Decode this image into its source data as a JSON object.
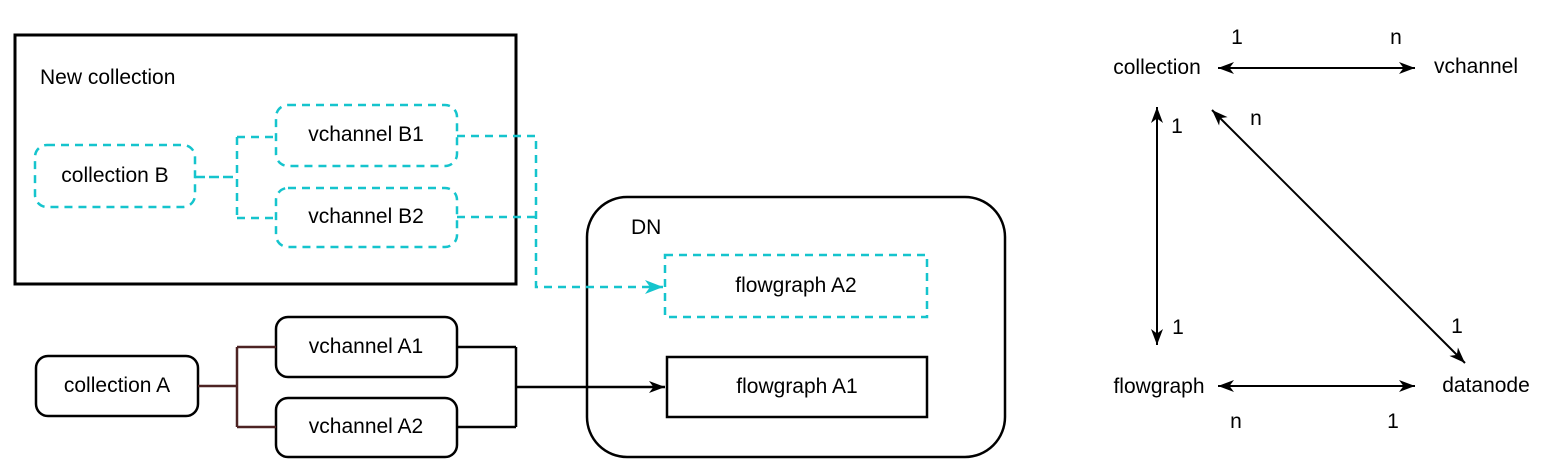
{
  "colors": {
    "teal": "#15c4cd",
    "dark_red": "#4d2323",
    "line": "#000000",
    "background": "#ffffff"
  },
  "flow_diagram": {
    "new_collection_group": {
      "title": "New collection",
      "collection_b": "collection B",
      "vchannel_b1": "vchannel B1",
      "vchannel_b2": "vchannel B2"
    },
    "existing_collection": {
      "collection_a": "collection A",
      "vchannel_a1": "vchannel A1",
      "vchannel_a2": "vchannel A2"
    },
    "dn_group": {
      "title": "DN",
      "flowgraph_a2": "flowgraph A2",
      "flowgraph_a1": "flowgraph A1"
    }
  },
  "relation_diagram": {
    "entities": {
      "collection": "collection",
      "vchannel": "vchannel",
      "flowgraph": "flowgraph",
      "datanode": "datanode"
    },
    "cardinalities": {
      "collection_vchannel": {
        "collection_side": "1",
        "vchannel_side": "n"
      },
      "collection_flowgraph": {
        "collection_side": "1",
        "flowgraph_side": "1"
      },
      "vchannel_datanode": {
        "vchannel_side": "n",
        "datanode_side": "1"
      },
      "flowgraph_datanode": {
        "flowgraph_side": "n",
        "datanode_side": "1"
      }
    }
  }
}
